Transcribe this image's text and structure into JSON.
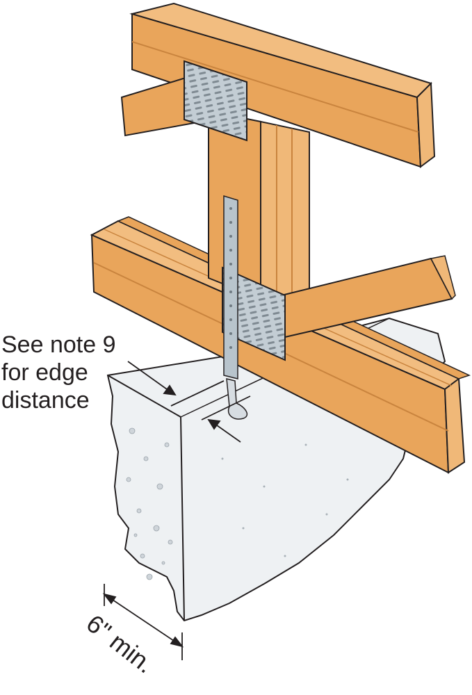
{
  "annotations": {
    "edge_note": {
      "line1": "See note 9",
      "line2": "for edge",
      "line3": "distance"
    },
    "min_dimension": "6\" min."
  },
  "colors": {
    "lumber": "#e9a55b",
    "lumber_shadow": "#c9843e",
    "lumber_end": "#f0b878",
    "steel": "#b8c4cc",
    "concrete": "#eef1f3",
    "outline": "#231f20"
  }
}
